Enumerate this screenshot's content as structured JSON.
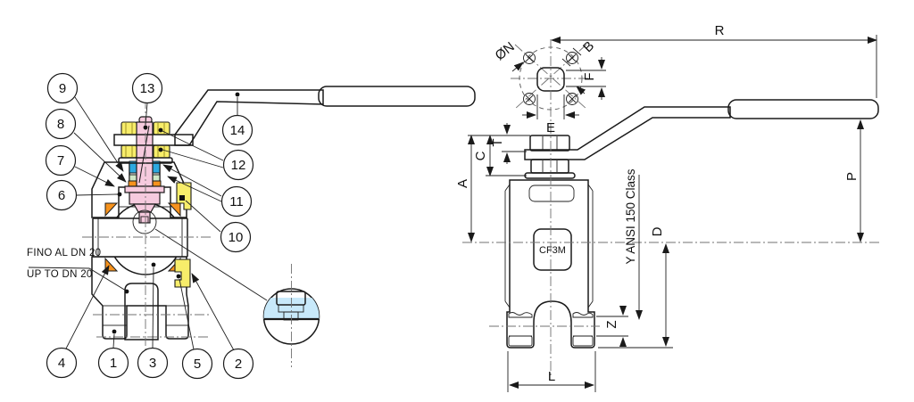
{
  "drawing": {
    "section_view": {
      "balloons": {
        "1": "1",
        "2": "2",
        "3": "3",
        "4": "4",
        "5": "5",
        "6": "6",
        "7": "7",
        "8": "8",
        "9": "9",
        "10": "10",
        "11": "11",
        "12": "12",
        "13": "13",
        "14": "14"
      },
      "note_line_1": "FINO AL DN 20",
      "note_line_2": "UP TO DN 20"
    },
    "dimension_view": {
      "material_label": "CF3M",
      "spec_note": "Y ANSI 150 Class",
      "dims": {
        "r": "R",
        "n": "ØN",
        "b": "B",
        "f": "F",
        "e": "E",
        "t": "T",
        "c": "C",
        "a": "A",
        "p": "P",
        "d": "D",
        "z": "Z",
        "l": "L"
      }
    },
    "colors": {
      "body_green": "#7EC69C",
      "insert_green": "#CFE7C6",
      "ball_blue": "#C8E9FA",
      "stem_pink": "#F6CADE",
      "seat_orange": "#F6921D",
      "nut_yellow": "#F7ED6A",
      "bushing_blue": "#2CA9E1"
    }
  }
}
